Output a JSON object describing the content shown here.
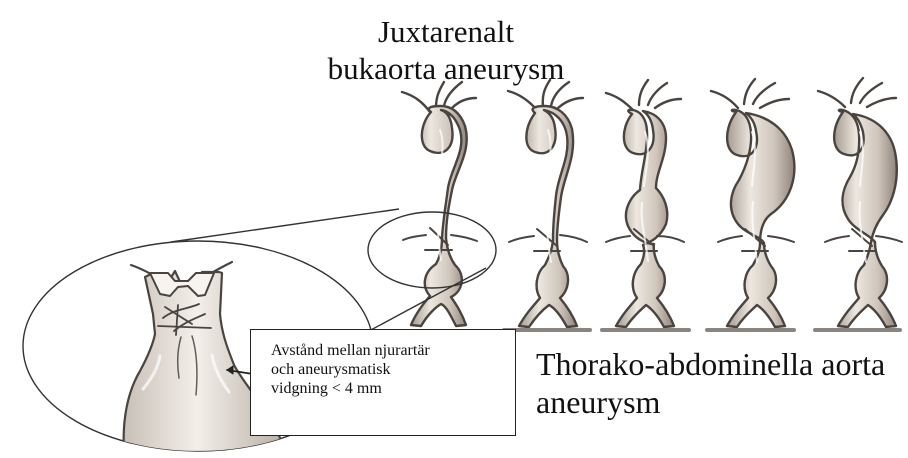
{
  "labels": {
    "juxtarenal_line1": "Juxtarenalt",
    "juxtarenal_line2": "bukaorta aneurysm",
    "thoraco_line1": "Thorako-abdominella aorta",
    "thoraco_line2": "aneurysm"
  },
  "callout": {
    "line1": "Avstånd mellan njurartär",
    "line2": "och aneurysmatisk",
    "line3": "vidgning < 4 mm"
  }
}
